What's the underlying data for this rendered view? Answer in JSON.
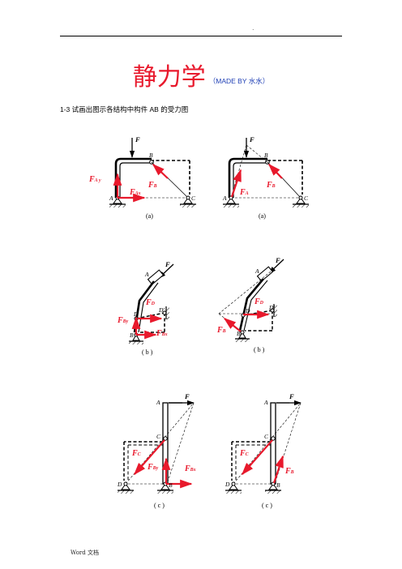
{
  "header": {
    "dot": "."
  },
  "title": {
    "main": "静力学",
    "sub": "（MADE BY 水水）"
  },
  "problem": {
    "text": "1-3 试画出图示各结构中构件 AB 的受力图"
  },
  "colors": {
    "title": "#e8192c",
    "subtitle": "#1f3fb5",
    "force": "#e8192c"
  },
  "figures": {
    "a1": {
      "caption": "(a)",
      "labels": {
        "F": "F",
        "A": "A",
        "B": "B",
        "C": "C",
        "FAy_main": "F",
        "FAy_sub": "A y",
        "FAx_main": "F",
        "FAx_sub": "Ax",
        "FB_main": "F",
        "FB_sub": "B"
      }
    },
    "a2": {
      "caption": "(a)",
      "labels": {
        "F": "F",
        "A": "A",
        "B": "B",
        "C": "C",
        "FA_main": "F",
        "FA_sub": "A",
        "FB_main": "F",
        "FB_sub": "B"
      }
    },
    "b1": {
      "caption": "( b )",
      "labels": {
        "F": "F",
        "A": "A",
        "B": "B",
        "D": "D",
        "D2": "D'",
        "FD_main": "F",
        "FD_sub": "D",
        "FBy_main": "F",
        "FBy_sub": "By",
        "FBx_main": "F",
        "FBx_sub": "Bx"
      }
    },
    "b2": {
      "caption": "( b )",
      "labels": {
        "F": "F",
        "A": "A",
        "B": "B",
        "D": "D",
        "D2": "D'",
        "FD_main": "F",
        "FD_sub": "D",
        "FB_main": "F",
        "FB_sub": "B"
      }
    },
    "c1": {
      "caption": "( c )",
      "labels": {
        "F": "F",
        "A": "A",
        "B": "B",
        "C": "C",
        "D": "D",
        "FC_main": "F",
        "FC_sub": "C",
        "FBy_main": "F",
        "FBy_sub": "By",
        "FBx_main": "F",
        "FBx_sub": "Bx"
      }
    },
    "c2": {
      "caption": "( c )",
      "labels": {
        "F": "F",
        "A": "A",
        "B": "B",
        "C": "C",
        "D": "D",
        "FC_main": "F",
        "FC_sub": "C",
        "FB_main": "F",
        "FB_sub": "B"
      }
    }
  },
  "footer": {
    "text": "Word 文档"
  }
}
